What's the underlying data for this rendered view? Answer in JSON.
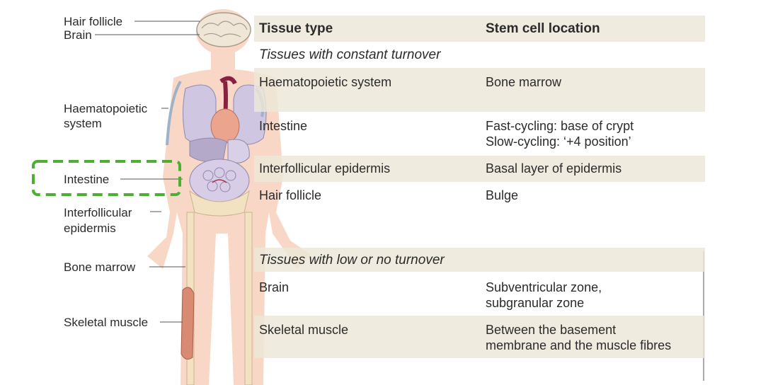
{
  "body_labels": {
    "hair_follicle": "Hair follicle",
    "brain": "Brain",
    "haematopoietic_line1": "Haematopoietic",
    "haematopoietic_line2": "system",
    "intestine": "Intestine",
    "interfollicular_line1": "Interfollicular",
    "interfollicular_line2": "epidermis",
    "bone_marrow": "Bone marrow",
    "skeletal_muscle": "Skeletal muscle"
  },
  "table": {
    "header": {
      "tissue": "Tissue type",
      "location": "Stem cell location"
    },
    "section_constant": "Tissues with constant turnover",
    "section_low": "Tissues with low or no turnover",
    "rows": [
      {
        "tissue": "Haematopoietic system",
        "location": [
          "Bone marrow"
        ]
      },
      {
        "tissue": "Intestine",
        "location": [
          "Fast-cycling: base of crypt",
          "Slow-cycling: ‘+4 position’"
        ]
      },
      {
        "tissue": "Interfollicular epidermis",
        "location": [
          "Basal layer of epidermis"
        ]
      },
      {
        "tissue": "Hair follicle",
        "location": [
          "Bulge"
        ]
      },
      {
        "tissue": "Brain",
        "location": [
          "Subventricular zone,",
          "subgranular zone"
        ]
      },
      {
        "tissue": "Skeletal muscle",
        "location": [
          "Between the basement",
          "membrane and the muscle fibres"
        ]
      }
    ]
  },
  "highlight": {
    "target": "Intestine",
    "color": "#4caf32"
  },
  "colors": {
    "skin": "#f6cdb8",
    "table_shade": "#ece8d8",
    "organs": "#c7c0dc",
    "heart": "#e8a08a",
    "vessel": "#8a2040",
    "bone": "#f3e2c2"
  }
}
